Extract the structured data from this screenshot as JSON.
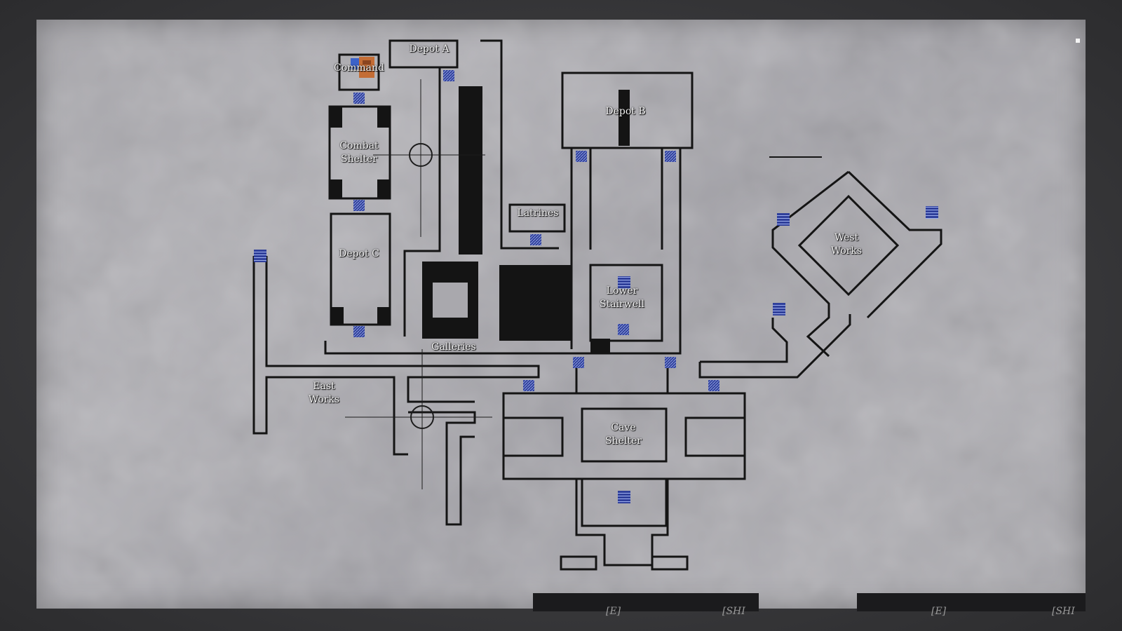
{
  "map": {
    "rooms": {
      "command": "Command",
      "depot_a": "Depot A",
      "depot_b": "Depot B",
      "combat_shelter": "Combat\nShelter",
      "latrines": "Latrines",
      "depot_c": "Depot C",
      "west_works": "West\nWorks",
      "lower_stairwell": "Lower\nStairwell",
      "galleries": "Galleries",
      "east_works": "East\nWorks",
      "cave_shelter": "Cave\nShelter"
    }
  },
  "hud": {
    "left_key": "[E]",
    "left_hint": "[SHI",
    "right_key": "[E]",
    "right_hint": "[SHI"
  },
  "colors": {
    "wall": "#141414",
    "door_blue": "#2f3f9a",
    "paper": "#acabb0",
    "label": "#f2f2f2"
  },
  "icons": {
    "door": "hatched-square-icon",
    "stairs": "ladder-icon",
    "crosshair": "crosshair-icon",
    "player": "player-marker-icon"
  }
}
